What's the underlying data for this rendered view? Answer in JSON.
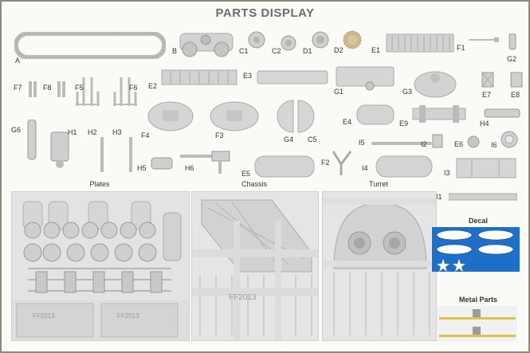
{
  "title": "PARTS DISPLAY",
  "part_labels": [
    "A",
    "B",
    "C1",
    "C2",
    "D1",
    "D2",
    "E1",
    "F1",
    "G2",
    "F7",
    "F8",
    "F5",
    "F6",
    "E2",
    "E3",
    "G1",
    "G3",
    "E7",
    "E8",
    "G6",
    "H1",
    "H2",
    "H3",
    "F4",
    "F3",
    "G4",
    "C5",
    "E4",
    "E9",
    "H4",
    "I5",
    "I2",
    "E6",
    "I6",
    "H5",
    "H6",
    "E5",
    "F2",
    "I4",
    "I3",
    "I1"
  ],
  "sections": {
    "plates": "Plates",
    "chassis": "Chassis",
    "turret": "Turret",
    "decal": "Decal",
    "metal_parts": "Metal Parts"
  },
  "plate_marks": [
    "FF2013",
    "FF2013"
  ],
  "chassis_mark": "FF2013",
  "colors": {
    "frame": "#8c8a76",
    "part_grey": "#cfcfcf",
    "decal_blue": "#1d6fc9",
    "metal_gold": "#e0c24a"
  }
}
